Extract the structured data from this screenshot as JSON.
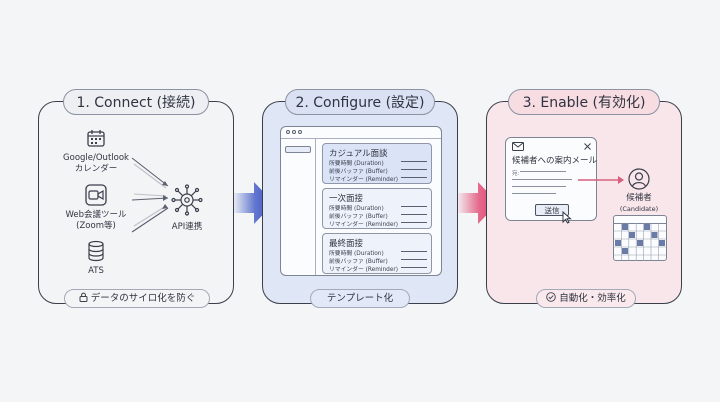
{
  "steps": [
    {
      "title": "1. Connect (接続)",
      "footer": "データのサイロ化を防ぐ"
    },
    {
      "title": "2. Configure (設定)",
      "footer": "テンプレート化"
    },
    {
      "title": "3. Enable (有効化)",
      "footer": "自動化・効率化"
    }
  ],
  "connect": {
    "sources": [
      {
        "icon": "calendar-icon",
        "label_lines": [
          "Google/Outlook",
          "カレンダー"
        ]
      },
      {
        "icon": "video-camera-icon",
        "label_lines": [
          "Web会議ツール",
          "(Zoom等)"
        ]
      },
      {
        "icon": "database-icon",
        "label_lines": [
          "ATS"
        ]
      }
    ],
    "hub": {
      "icon": "api-hub-icon",
      "label": "API連携"
    },
    "footer_icon": "lock-icon"
  },
  "configure": {
    "templates": [
      {
        "title": "カジュアル面談",
        "highlighted": true
      },
      {
        "title": "一次面接",
        "highlighted": false
      },
      {
        "title": "最終面接",
        "highlighted": false
      }
    ],
    "fields": [
      "所要時間 (Duration)",
      "前後バッファ (Buffer)",
      "リマインダー (Reminder)"
    ]
  },
  "enable": {
    "mail_icon": "mail-icon",
    "close_icon": "close-icon",
    "dialog_title": "候補者への案内メール",
    "dialog_label": "宛:",
    "send_label": "送信",
    "candidate_icon": "user-icon",
    "candidate_lines": [
      "候補者",
      "(Candidate)"
    ],
    "calendar_icon": "calendar-grid-icon",
    "footer_icon": "check-circle-icon"
  },
  "colors": {
    "blue_arrow": "#3c56c4",
    "pink_arrow": "#e0456f",
    "panel2_bg": "#dfe6f6",
    "panel3_bg": "#f8e6ea"
  }
}
